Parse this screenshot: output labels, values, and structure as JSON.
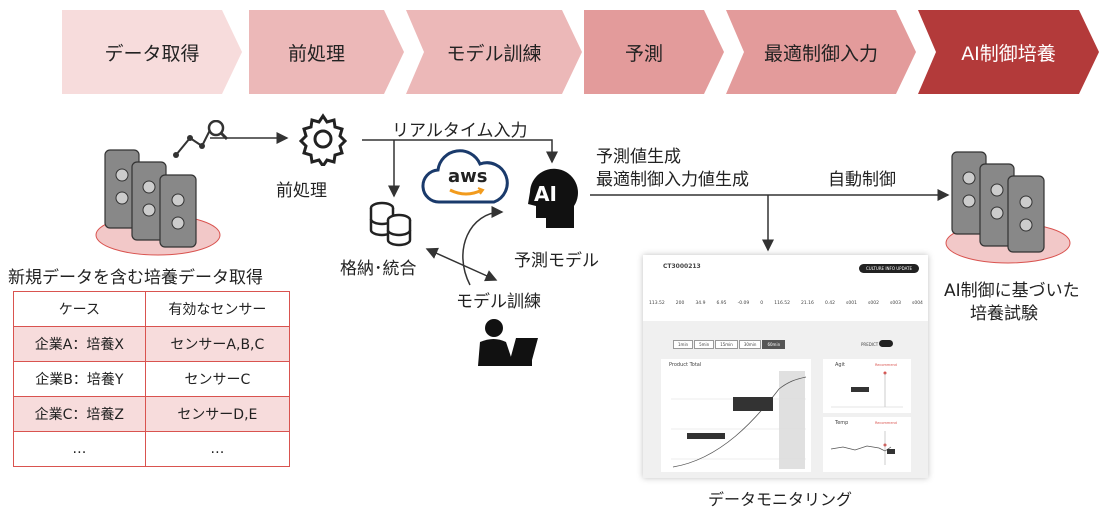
{
  "flow": {
    "steps": [
      "データ取得",
      "前処理",
      "モデル訓練",
      "予測",
      "最適制御入力",
      "AI制御培養"
    ]
  },
  "labels": {
    "preprocess": "前処理",
    "realtime_input": "リアルタイム入力",
    "prediction_line1": "予測値生成",
    "prediction_line2": "最適制御入力値生成",
    "auto_control": "自動制御",
    "storage": "格納･統合",
    "aws": "aws",
    "ai": "AI",
    "prediction_model": "予測モデル",
    "model_training": "モデル訓練",
    "data_acquisition": "新規データを含む培養データ取得",
    "ai_culture_line1": "AI制御に基づいた",
    "ai_culture_line2": "培養試験",
    "data_monitoring": "データモニタリング"
  },
  "cases_table": {
    "headers": [
      "ケース",
      "有効なセンサー"
    ],
    "rows": [
      [
        "企業A：培養X",
        "センサーA,B,C"
      ],
      [
        "企業B：培養Y",
        "センサーC"
      ],
      [
        "企業C：培養Z",
        "センサーD,E"
      ],
      [
        "…",
        "…"
      ]
    ]
  },
  "monitor": {
    "title": "CT3000213",
    "button": "CULTURE INFO UPDATE",
    "values": [
      "113.52",
      "200",
      "34.9",
      "6.95",
      "-0.09",
      "0",
      "116.52",
      "21.16",
      "0.42",
      "s001",
      "s002",
      "s003",
      "s004"
    ],
    "tabs": [
      "1min",
      "5min",
      "15min",
      "30min",
      "60min"
    ],
    "predict_label": "PREDICT",
    "product_chart_title": "Product Total",
    "agit_title": "Agit",
    "temp_title": "Temp",
    "recommend": "Recommend"
  },
  "colors": {
    "chev1": "#f7dcdc",
    "chev2": "#ecb8b8",
    "chev3": "#e39b9b",
    "chev4": "#b33a3a",
    "accent_red": "#d9534f"
  }
}
